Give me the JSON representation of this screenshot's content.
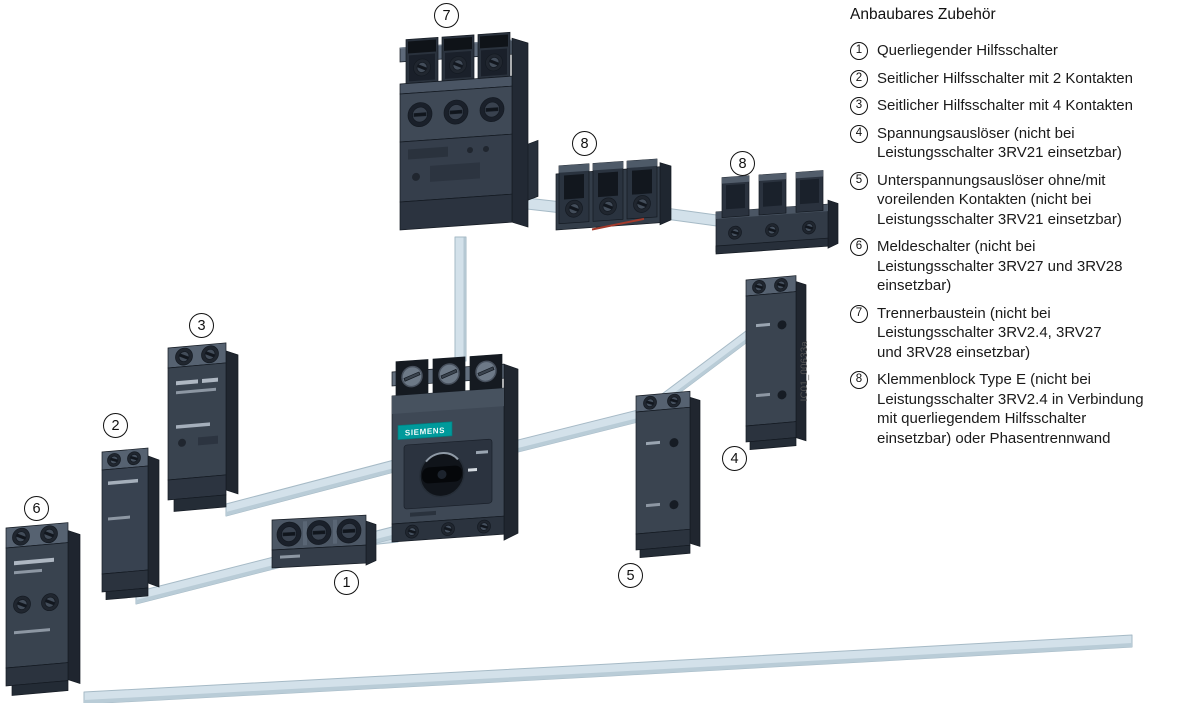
{
  "legend": {
    "title": "Anbaubares Zubehör",
    "items": [
      {
        "num": "1",
        "text": "Querliegender Hilfsschalter"
      },
      {
        "num": "2",
        "text": "Seitlicher Hilfsschalter mit 2 Kontakten"
      },
      {
        "num": "3",
        "text": "Seitlicher Hilfsschalter mit 4 Kontakten"
      },
      {
        "num": "4",
        "text": "Spannungsauslöser (nicht bei\nLeistungsschalter 3RV21 einsetzbar)"
      },
      {
        "num": "5",
        "text": "Unterspannungsauslöser ohne/mit\nvoreilenden Kontakten (nicht bei\nLeistungsschalter 3RV21 einsetzbar)"
      },
      {
        "num": "6",
        "text": "Meldeschalter (nicht bei\nLeistungsschalter 3RV27 und 3RV28\neinsetzbar)"
      },
      {
        "num": "7",
        "text": "Trennerbaustein (nicht bei\nLeistungsschalter 3RV2.4, 3RV27\nund 3RV28 einsetzbar)"
      },
      {
        "num": "8",
        "text": "Klemmenblock Type E (nicht bei\nLeistungsschalter 3RV2.4 in Verbindung\nmit querliegendem Hilfsschalter\neinsetzbar) oder Phasentrennwand"
      }
    ]
  },
  "diagram": {
    "brand": "SIEMENS",
    "figure_id": "IC01_00633a",
    "callouts": [
      "7",
      "8",
      "8",
      "3",
      "2",
      "6",
      "1",
      "5",
      "4"
    ]
  },
  "colors": {
    "brand_teal": "#009A9B",
    "ribbon_blue": "#D3E1EA",
    "device_body": "#3E4855",
    "background": "#FFFFFF"
  }
}
